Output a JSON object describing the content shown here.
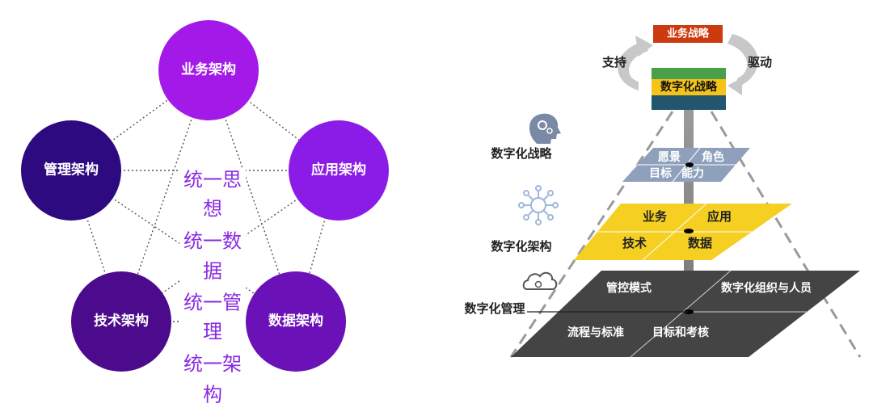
{
  "pentagon": {
    "nodes": [
      {
        "id": "business",
        "label": "业务架构",
        "color": "#a31ae8"
      },
      {
        "id": "management",
        "label": "管理架构",
        "color": "#2e0a80"
      },
      {
        "id": "application",
        "label": "应用架构",
        "color": "#8b1be6"
      },
      {
        "id": "technology",
        "label": "技术架构",
        "color": "#4c0a8c"
      },
      {
        "id": "data",
        "label": "数据架构",
        "color": "#6a12b8"
      }
    ],
    "center_lines": [
      "统一思",
      "想",
      "统一数",
      "据",
      "统一管",
      "理",
      "统一架",
      "构"
    ]
  },
  "pyramid": {
    "top_box": {
      "label": "业务战略",
      "color": "#cc3a10"
    },
    "left_arrow_label": "支持",
    "right_arrow_label": "驱动",
    "strategy_box": {
      "label": "数字化战略"
    },
    "layers": [
      {
        "id": "strategy",
        "side_label": "数字化战略",
        "color": "#8ea0bc",
        "cells": [
          "愿景",
          "角色",
          "目标",
          "能力"
        ]
      },
      {
        "id": "architecture",
        "side_label": "数字化架构",
        "color": "#f5cf22",
        "cells": [
          "业务",
          "应用",
          "技术",
          "数据"
        ]
      },
      {
        "id": "management",
        "side_label": "数字化管理",
        "color": "#444444",
        "cells": [
          "管控模式",
          "数字化组织与人员",
          "流程与标准",
          "目标和考核"
        ]
      }
    ]
  }
}
